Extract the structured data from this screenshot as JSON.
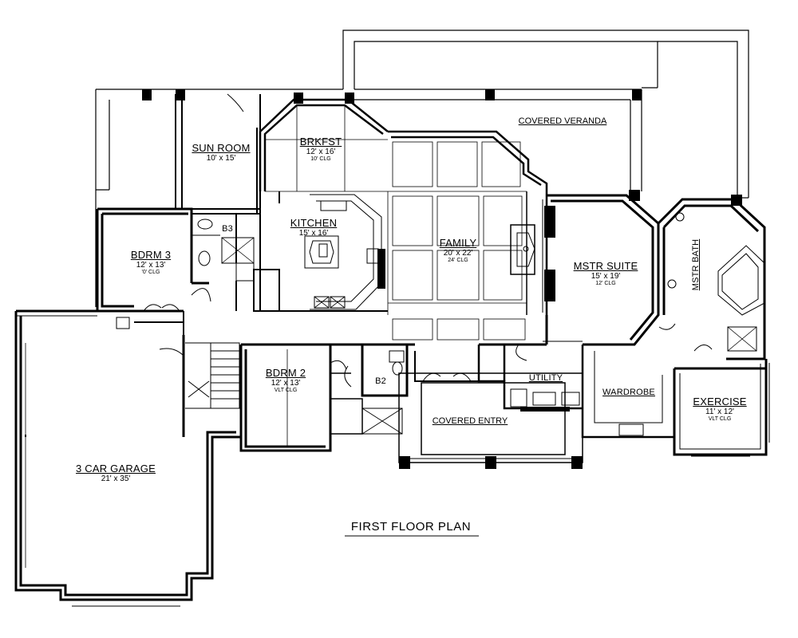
{
  "plan_title": "FIRST FLOOR PLAN",
  "rooms": {
    "sun_room": {
      "name": "SUN ROOM",
      "dim": "10' x 15'"
    },
    "breakfast": {
      "name": "BRKFST",
      "dim": "12' x 16'",
      "clg": "10' CLG"
    },
    "kitchen": {
      "name": "KITCHEN",
      "dim": "15' x 16'"
    },
    "family": {
      "name": "FAMILY",
      "dim": "20' x 22'",
      "clg": "24' CLG"
    },
    "mstr_suite": {
      "name": "MSTR SUITE",
      "dim": "15' x 19'",
      "clg": "12' CLG"
    },
    "mstr_bath": {
      "name": "MSTR BATH"
    },
    "bdrm3": {
      "name": "BDRM 3",
      "dim": "12' x 13'",
      "clg": "'0' CLG"
    },
    "b3": {
      "name": "B3"
    },
    "bdrm2": {
      "name": "BDRM 2",
      "dim": "12' x 13'",
      "clg": "VLT CLG"
    },
    "b2": {
      "name": "B2"
    },
    "utility": {
      "name": "UTILITY"
    },
    "wardrobe": {
      "name": "WARDROBE"
    },
    "exercise": {
      "name": "EXERCISE",
      "dim": "11' x 12'",
      "clg": "VLT CLG"
    },
    "garage": {
      "name": "3 CAR GARAGE",
      "dim": "21' x 35'"
    }
  },
  "labels": {
    "covered_veranda": "COVERED VERANDA",
    "covered_entry": "COVERED ENTRY"
  }
}
